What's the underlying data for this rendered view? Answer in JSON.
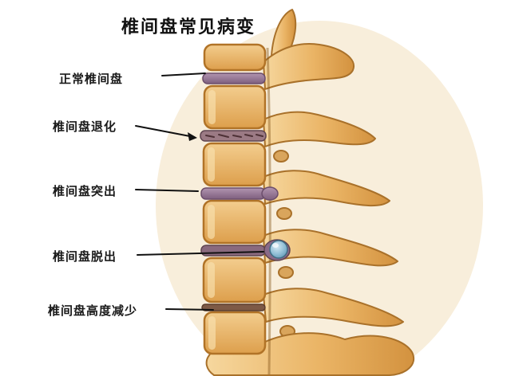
{
  "title": "椎间盘常见病变",
  "labels": [
    {
      "id": "normal-disc",
      "text": "正常椎间盘"
    },
    {
      "id": "disc-degeneration",
      "text": "椎间盘退化"
    },
    {
      "id": "disc-protrusion",
      "text": "椎间盘突出"
    },
    {
      "id": "disc-prolapse",
      "text": "椎间盘脱出"
    },
    {
      "id": "disc-height-loss",
      "text": "椎间盘高度减少"
    }
  ],
  "colors": {
    "background": "#ffffff",
    "bone_light": "#f6d79e",
    "bone_mid": "#eab465",
    "bone_dark": "#d3923f",
    "bone_outline": "#a9712a",
    "disc_purple": "#9c7f9d",
    "disc_purple_dark": "#7e5f7e",
    "nucleus_blue": "#7fb3cd",
    "crack_brown": "#4e3136",
    "leader_line": "#111111"
  }
}
